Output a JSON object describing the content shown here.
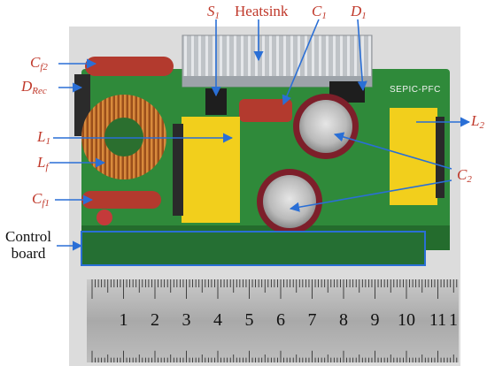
{
  "labels": {
    "s1": {
      "main": "S",
      "sub": "1"
    },
    "heatsink": "Heatsink",
    "c1": {
      "main": "C",
      "sub": "1"
    },
    "d1": {
      "main": "D",
      "sub": "1"
    },
    "cf2": {
      "main": "C",
      "sub": "f2"
    },
    "drec": {
      "main": "D",
      "sub": "Rec"
    },
    "l1": {
      "main": "L",
      "sub": "1"
    },
    "lf": {
      "main": "L",
      "sub": "f"
    },
    "cf1": {
      "main": "C",
      "sub": "f1"
    },
    "l2": {
      "main": "L",
      "sub": "2"
    },
    "c2": {
      "main": "C",
      "sub": "2"
    },
    "control_line1": "Control",
    "control_line2": "board"
  },
  "board_text": "SEPIC-PFC",
  "ruler_numbers": [
    "1",
    "2",
    "3",
    "4",
    "5",
    "6",
    "7",
    "8",
    "9",
    "10",
    "11",
    "1"
  ],
  "colors": {
    "label_red": "#c0392b",
    "arrow_blue": "#2a6fd6",
    "pcb_green": "#2f8a3a",
    "inductor_yellow": "#f2cf1c",
    "capacitor_red": "#b33a2e",
    "capacitor_maroon": "#7d1f2a"
  }
}
